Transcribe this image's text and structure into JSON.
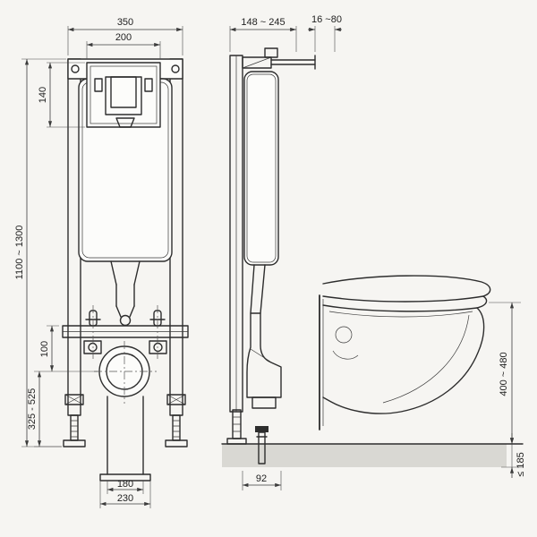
{
  "colors": {
    "background": "#f6f5f2",
    "line": "#2d2d2d",
    "floor": "#d9d8d3"
  },
  "front": {
    "width_outer": "350",
    "width_inner": "200",
    "window_height": "140",
    "frame_height": "1100 ~ 1300",
    "drain_offset": "100",
    "outlet_height_range": "325 - 525",
    "pipe_width": "180",
    "base_width": "230"
  },
  "side": {
    "depth": "148 ~ 245",
    "top_offset": "16 ~80",
    "anchor_offset": "92"
  },
  "toilet": {
    "rim_height": "400 ~ 480",
    "floor_buildup": "≤ 185"
  }
}
